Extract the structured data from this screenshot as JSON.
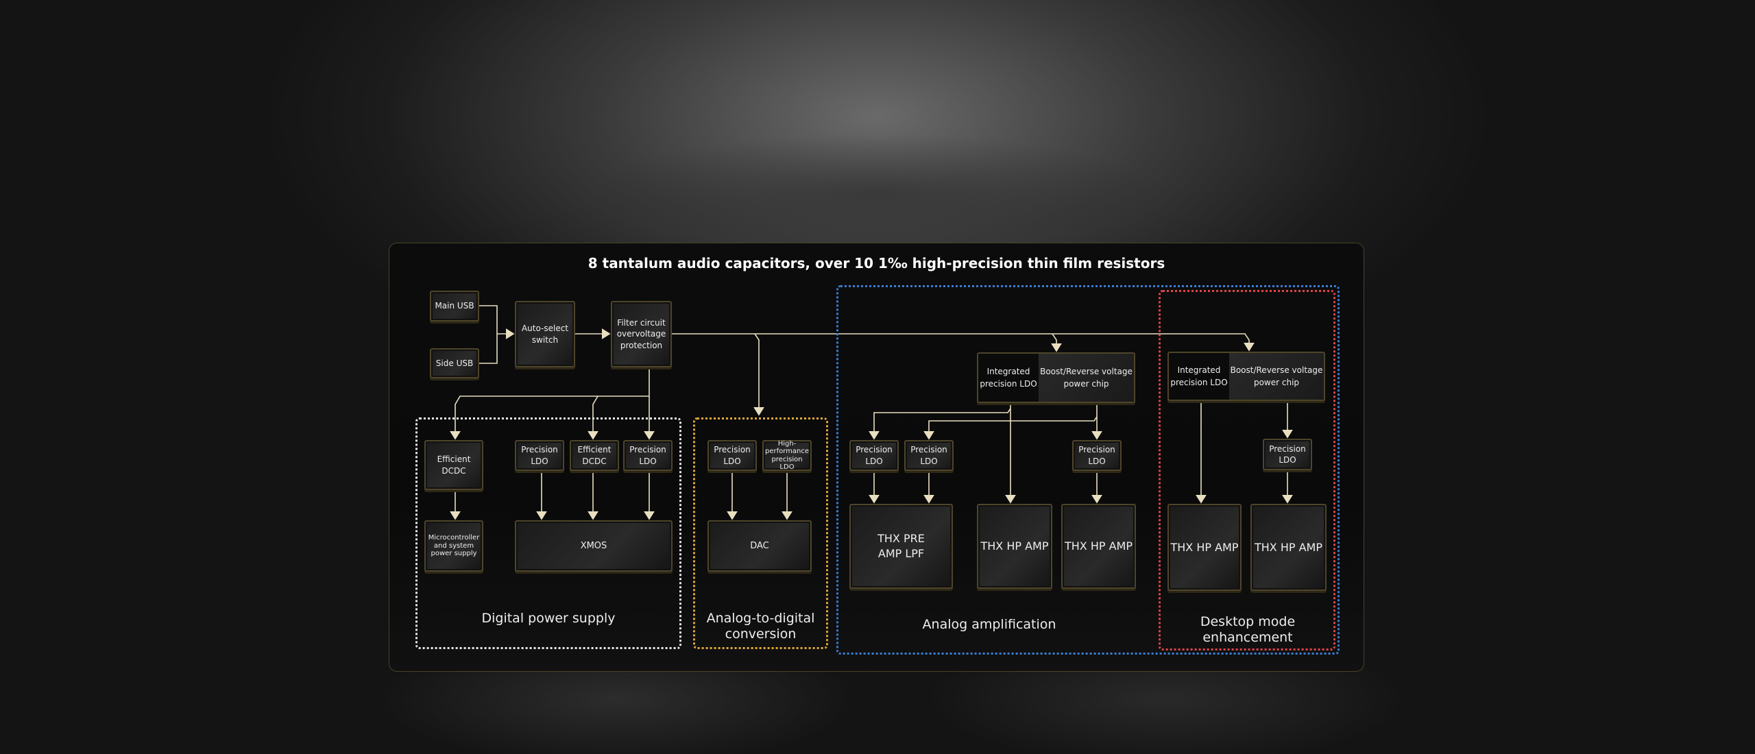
{
  "title": "8 tantalum audio capacitors, over 10 1‰ high-precision thin film resistors",
  "inputs": {
    "main_usb": "Main USB",
    "side_usb": "Side USB",
    "auto_select": "Auto-select switch",
    "filter": "Filter circuit overvoltage protection"
  },
  "digital": {
    "label": "Digital power supply",
    "efficient_dcdc_1": "Efficient DCDC",
    "mcu": "Microcontroller and system power supply",
    "precision_ldo_1": "Precision LDO",
    "efficient_dcdc_2": "Efficient DCDC",
    "precision_ldo_2": "Precision LDO",
    "xmos": "XMOS"
  },
  "adc": {
    "label": "Analog-to-digital conversion",
    "precision_ldo": "Precision LDO",
    "hp_ldo": "High-performance precision LDO",
    "dac": "DAC"
  },
  "analog": {
    "label": "Analog amplification",
    "integrated_ldo": "Integrated precision LDO",
    "boost": "Boost/Reverse voltage power chip",
    "precision_ldo_1": "Precision LDO",
    "precision_ldo_2": "Precision LDO",
    "precision_ldo_3": "Precision LDO",
    "pre_amp": "THX PRE AMP LPF",
    "hp_amp_1": "THX HP AMP",
    "hp_amp_2": "THX HP AMP"
  },
  "desktop": {
    "label": "Desktop mode enhancement",
    "integrated_ldo": "Integrated precision LDO",
    "boost": "Boost/Reverse voltage power chip",
    "precision_ldo": "Precision LDO",
    "hp_amp_1": "THX HP AMP",
    "hp_amp_2": "THX HP AMP"
  },
  "colors": {
    "digital": "#e8e8e8",
    "adc": "#e0a83a",
    "analog": "#3a7fd6",
    "desktop": "#e0444a",
    "line": "#e8dfc0",
    "border": "#4e452a"
  }
}
